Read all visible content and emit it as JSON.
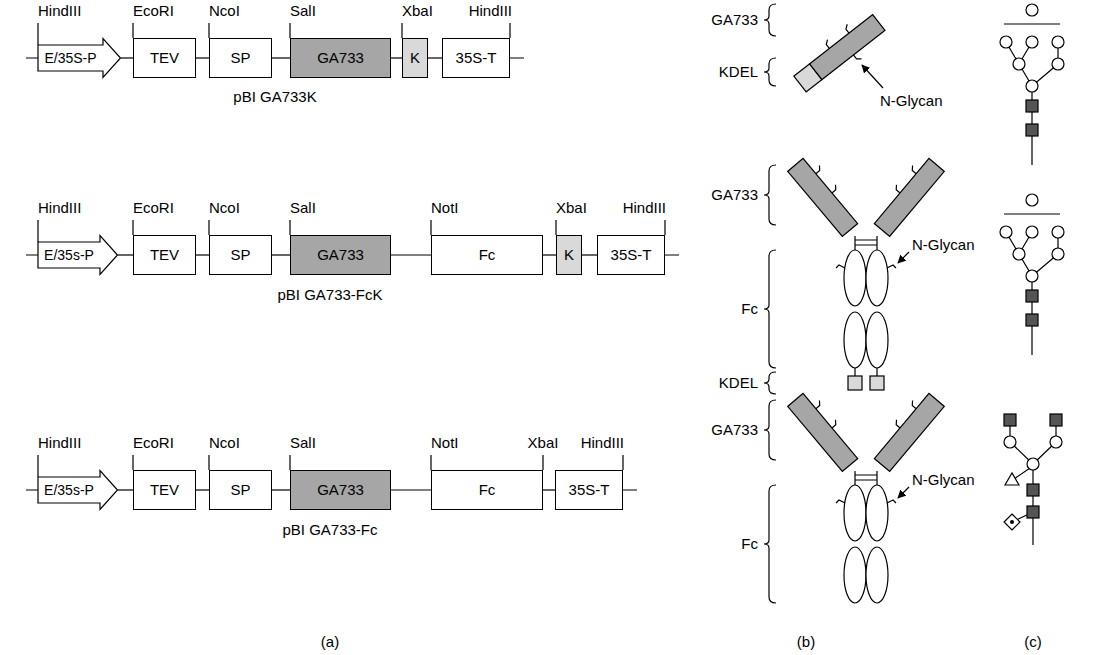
{
  "diagram": {
    "nodes": [
      {
        "text": [
          "E/35S-P"
        ]
      },
      {
        "text": [
          "TEV"
        ]
      },
      {
        "text": [
          "SP"
        ]
      },
      {
        "text": [
          "GA733"
        ]
      },
      {
        "text": [
          "K"
        ]
      },
      {
        "text": [
          "35S-T"
        ]
      },
      {
        "text": [
          "E/35s-P"
        ]
      },
      {
        "text": [
          "TEV"
        ]
      },
      {
        "text": [
          "SP"
        ]
      },
      {
        "text": [
          "GA733"
        ]
      },
      {
        "text": [
          "Fc"
        ]
      },
      {
        "text": [
          "K"
        ]
      },
      {
        "text": [
          "35S-T"
        ]
      },
      {
        "text": [
          "E/35s-P"
        ]
      },
      {
        "text": [
          "TEV"
        ]
      },
      {
        "text": [
          "SP"
        ]
      },
      {
        "text": [
          "GA733"
        ]
      },
      {
        "text": [
          "Fc"
        ]
      },
      {
        "text": [
          "35S-T"
        ]
      }
    ],
    "edges": [
      {
        "from": 0,
        "to": 1,
        "arrow": "none"
      },
      {
        "from": 1,
        "to": 2,
        "arrow": "none"
      },
      {
        "from": 2,
        "to": 3,
        "arrow": "none"
      },
      {
        "from": 3,
        "to": 4,
        "arrow": "none"
      },
      {
        "from": 4,
        "to": 5,
        "arrow": "none"
      },
      {
        "from": 6,
        "to": 7,
        "arrow": "none"
      },
      {
        "from": 7,
        "to": 8,
        "arrow": "none"
      },
      {
        "from": 8,
        "to": 9,
        "arrow": "none"
      },
      {
        "from": 9,
        "to": 10,
        "arrow": "none"
      },
      {
        "from": 10,
        "to": 11,
        "arrow": "none"
      },
      {
        "from": 11,
        "to": 12,
        "arrow": "none"
      },
      {
        "from": 13,
        "to": 14,
        "arrow": "none"
      },
      {
        "from": 14,
        "to": 15,
        "arrow": "none"
      },
      {
        "from": 15,
        "to": 16,
        "arrow": "none"
      },
      {
        "from": 16,
        "to": 17,
        "arrow": "none"
      },
      {
        "from": 17,
        "to": 18,
        "arrow": "none"
      }
    ],
    "labels": [
      "HindIII",
      "EcoRI",
      "NcoI",
      "SalI",
      "XbaI",
      "HindIII",
      "pBI GA733K",
      "HindIII",
      "EcoRI",
      "NcoI",
      "SalI",
      "NotI",
      "XbaI",
      "HindIII",
      "pBI GA733-FcK",
      "HindIII",
      "EcoRI",
      "NcoI",
      "SalI",
      "NotI",
      "XbaI",
      "HindIII",
      "pBI GA733-Fc",
      "GA733",
      "KDEL",
      "N-Glycan",
      "GA733",
      "Fc",
      "KDEL",
      "N-Glycan",
      "GA733",
      "Fc",
      "N-Glycan",
      "(a)",
      "(b)",
      "(c)"
    ]
  }
}
